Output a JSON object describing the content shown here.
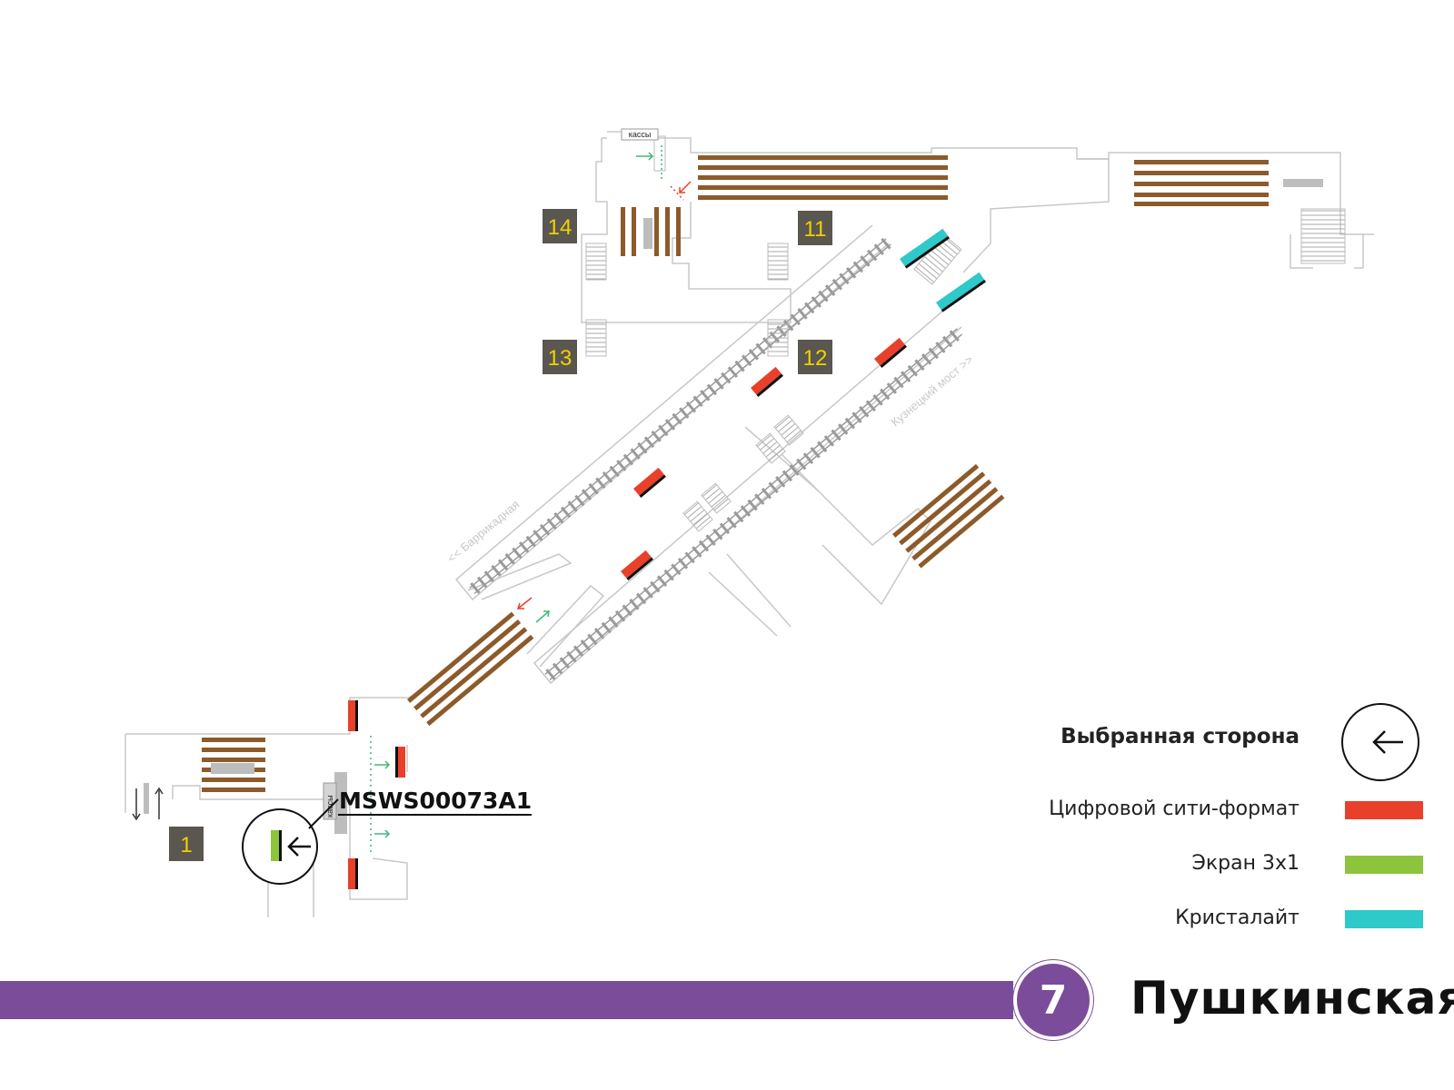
{
  "map": {
    "exits": [
      {
        "id": "14",
        "label": "14"
      },
      {
        "id": "11",
        "label": "11"
      },
      {
        "id": "13",
        "label": "13"
      },
      {
        "id": "12",
        "label": "12"
      },
      {
        "id": "1",
        "label": "1"
      }
    ],
    "ticket_office_top": "кассы",
    "ticket_office_bottom": "кассы",
    "direction_left": "<< Баррикадная",
    "direction_right": "Кузнецкий мост >>",
    "selected_code": "MSWS00073A1",
    "colors": {
      "escalator": "#8c5a2b",
      "outline": "#c8c8c8",
      "digital_city_format": "#e8402a",
      "screen_3x1": "#8cc43c",
      "crystalite": "#2ec9c9",
      "exit_box": "#5a5650",
      "exit_text": "#f2d000"
    }
  },
  "legend": {
    "selected_side": "Выбранная сторона",
    "digital_city_format": "Цифровой сити-формат",
    "screen_3x1": "Экран 3x1",
    "crystalite": "Кристалайт"
  },
  "line": {
    "number": "7",
    "color": "#7b4c9a",
    "station": "Пушкинская"
  }
}
